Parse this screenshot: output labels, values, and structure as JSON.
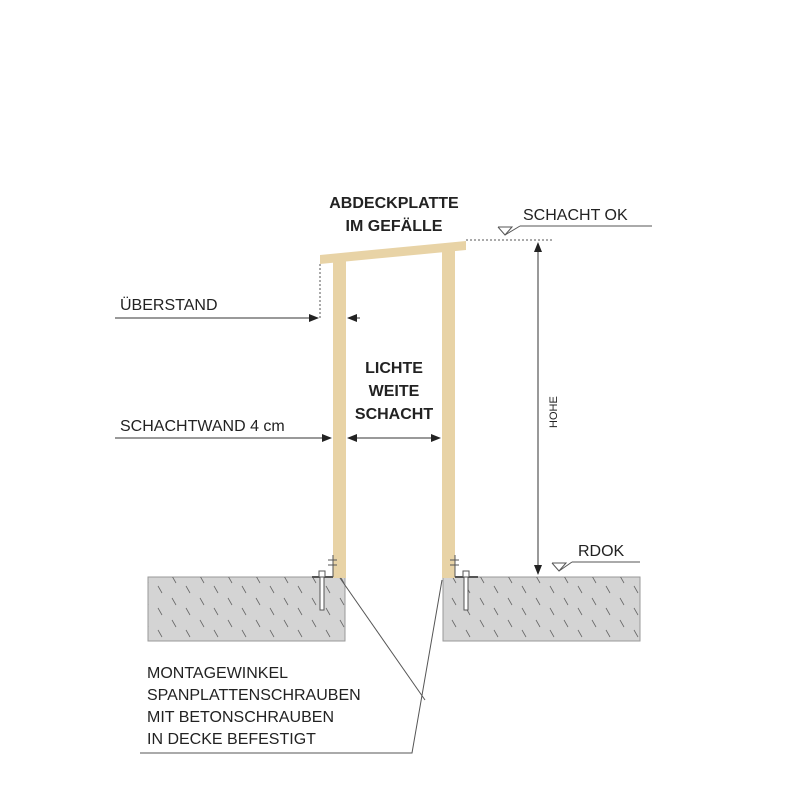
{
  "labels": {
    "cover_line1": "ABDECKPLATTE",
    "cover_line2": "IM GEFÄLLE",
    "shaft_top": "SCHACHT OK",
    "overhang": "ÜBERSTAND",
    "clear_line1": "LICHTE",
    "clear_line2": "WEITE",
    "clear_line3": "SCHACHT",
    "wall": "SCHACHTWAND 4 cm",
    "height": "HOHE",
    "floor": "RDOK",
    "mount_line1": "MONTAGEWINKEL",
    "mount_line2": "SPANPLATTENSCHRAUBEN",
    "mount_line3": "MIT BETONSCHRAUBEN",
    "mount_line4": "IN DECKE BEFESTIGT"
  },
  "colors": {
    "wood": "#e8d3a6",
    "concrete": "#d4d4d4",
    "line": "#333333"
  }
}
